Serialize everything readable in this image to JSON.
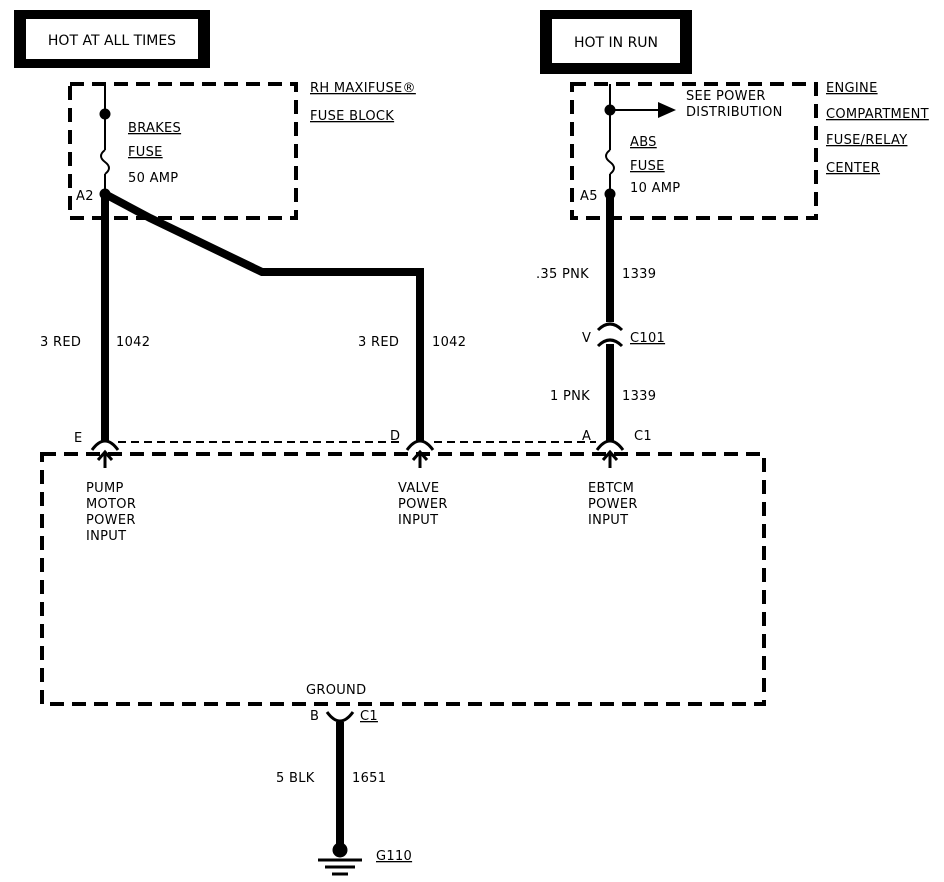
{
  "headers": {
    "hot_at_all_times": "HOT AT ALL TIMES",
    "hot_in_run": "HOT IN RUN"
  },
  "fuse_block_left": {
    "name_line1": "RH MAXIFUSE®",
    "name_line2": "FUSE BLOCK",
    "fuse_label": "BRAKES",
    "fuse_word": "FUSE",
    "fuse_rating": "50 AMP",
    "terminal": "A2"
  },
  "fuse_block_right": {
    "name_line1": "ENGINE",
    "name_line2": "COMPARTMENT",
    "name_line3": "FUSE/RELAY",
    "name_line4": "CENTER",
    "see_power_1": "SEE POWER",
    "see_power_2": "DISTRIBUTION",
    "fuse_label": "ABS",
    "fuse_word": "FUSE",
    "fuse_rating": "10 AMP",
    "terminal": "A5"
  },
  "wires": {
    "w1042_left_gauge": "3 RED",
    "w1042_left_circuit": "1042",
    "w1042_right_gauge": "3 RED",
    "w1042_right_circuit": "1042",
    "w1339_upper_gauge": ".35 PNK",
    "w1339_upper_circuit": "1339",
    "w1339_lower_gauge": "1 PNK",
    "w1339_lower_circuit": "1339",
    "w1651_gauge": "5 BLK",
    "w1651_circuit": "1651"
  },
  "connectors": {
    "c101_pin": "V",
    "c101_name": "C101",
    "pin_e": "E",
    "pin_d": "D",
    "pin_a": "A",
    "c1_top": "C1",
    "pin_b": "B",
    "c1_bottom": "C1"
  },
  "module_inputs": {
    "pump": [
      "PUMP",
      "MOTOR",
      "POWER",
      "INPUT"
    ],
    "valve": [
      "VALVE",
      "POWER",
      "INPUT"
    ],
    "ebtcm": [
      "EBTCM",
      "POWER",
      "INPUT"
    ],
    "ground": "GROUND"
  },
  "ground_point": "G110"
}
